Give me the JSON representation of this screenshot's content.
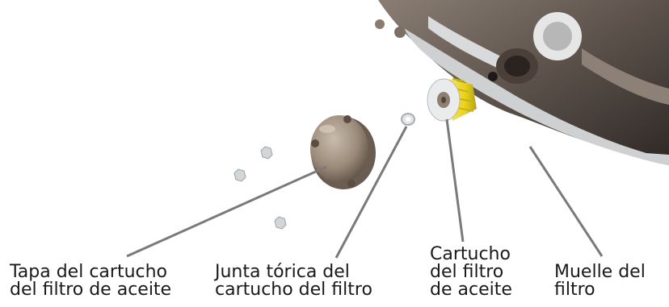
{
  "labels": {
    "cover": {
      "line1": "Tapa del cartucho",
      "line2": "del filtro de aceite"
    },
    "oring": {
      "line1": "Junta tórica del",
      "line2": "cartucho del filtro"
    },
    "cartridge": {
      "line1": "Cartucho",
      "line2": "del filtro",
      "line3": "de aceite"
    },
    "spring": {
      "line1": "Muelle del",
      "line2": "filtro"
    }
  },
  "colors": {
    "leader_line": "#7a7a7a",
    "text": "#1a1a1a",
    "filter_paper": "#e8d21a",
    "cover_metal": "#9b8b7a",
    "engine_dark": "#3b332e"
  },
  "parts": {
    "engine": "engine-casing-illustration",
    "cover": "filter-cover-illustration",
    "oring": "o-ring-illustration",
    "cartridge": "oil-filter-cartridge-illustration",
    "bolts": "bolt-illustration"
  }
}
